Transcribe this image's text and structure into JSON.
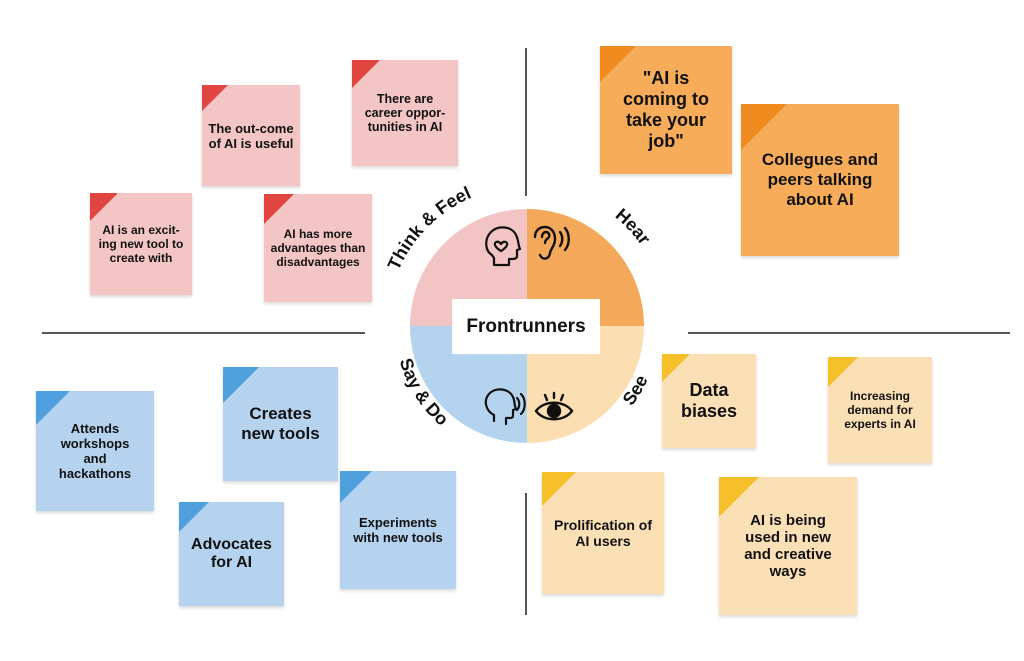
{
  "center": {
    "label": "Frontrunners"
  },
  "quadrants": {
    "think_feel": {
      "label": "Think & Feel",
      "color": "#f2c4c4",
      "icon": "head-heart-icon"
    },
    "hear": {
      "label": "Hear",
      "color": "#f4a95a",
      "icon": "ear-icon"
    },
    "say_do": {
      "label": "Say & Do",
      "color": "#b4d3ee",
      "icon": "speaking-head-icon"
    },
    "see": {
      "label": "See",
      "color": "#fbdfb2",
      "icon": "eye-icon"
    }
  },
  "notes": {
    "think_feel": [
      "The out-come of AI is useful",
      "There are career oppor-tunities in AI",
      "AI is an excit-ing new tool to create with",
      "AI has more advantages than disadvantages"
    ],
    "hear": [
      "\"AI is coming to take your job\"",
      "Collegues and peers talking about AI"
    ],
    "say_do": [
      "Attends workshops and hackathons",
      "Creates new tools",
      "Advocates for AI",
      "Experiments with new tools"
    ],
    "see": [
      "Data biases",
      "Increasing demand for experts in AI",
      "Prolification of AI users",
      "AI is being used in new and creative ways"
    ]
  },
  "colors": {
    "pink_note": "#f3c5c5",
    "pink_fold": "#e0463f",
    "orange_note": "#f6ac59",
    "orange_fold": "#ef8b1f",
    "blue_note": "#b5d3ee",
    "blue_fold": "#4fa0dc",
    "cream_note": "#fbe0b6",
    "cream_fold": "#f6c02a"
  }
}
